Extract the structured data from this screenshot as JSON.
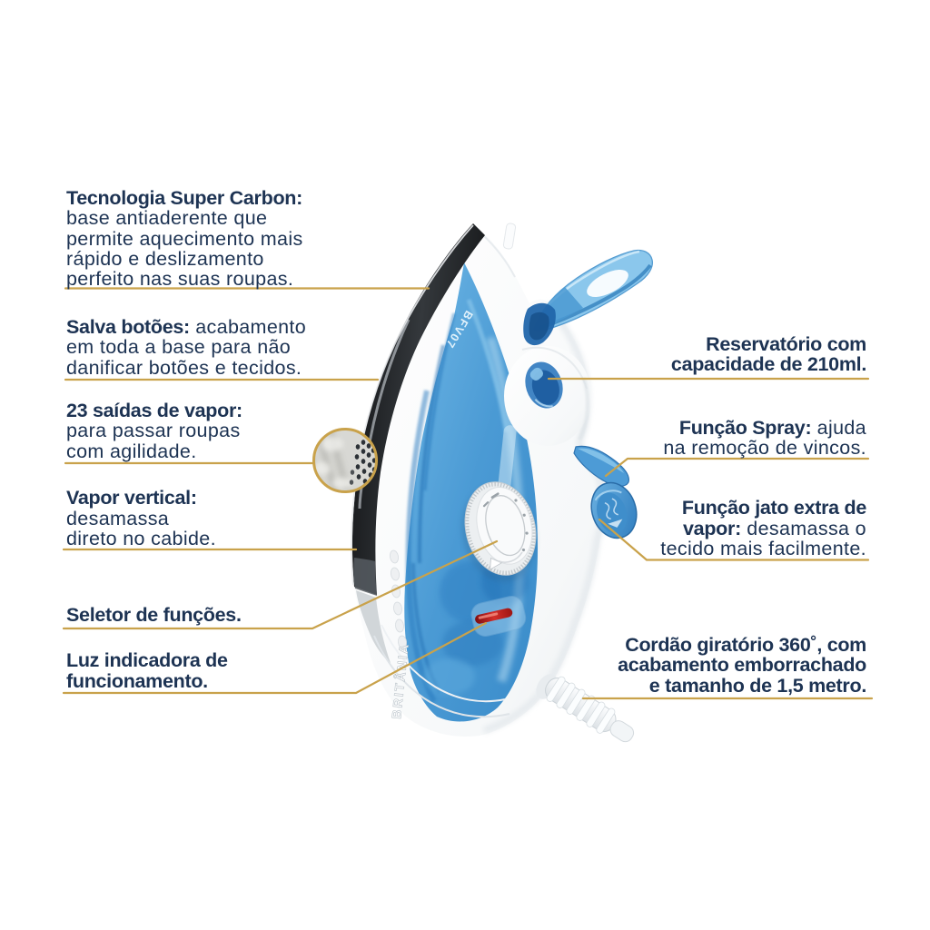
{
  "colors": {
    "text_navy": "#1d3353",
    "callout_gold": "#c9a24b",
    "iron_blue": "#4a9bd5",
    "background": "#ffffff"
  },
  "product": {
    "model_label": "BFV07",
    "brand_label": "BRITÂNIA"
  },
  "features_left": [
    {
      "bold": "Tecnologia Super Carbon:",
      "rest": "\nbase antiaderente que\npermite aquecimento mais\nrápido e deslizamento\nperfeito nas suas roupas."
    },
    {
      "bold": "Salva botões:",
      "rest": " acabamento\nem toda a base para não\ndanificar botões e tecidos."
    },
    {
      "bold": "23 saídas de vapor:",
      "rest": "\npara passar roupas\ncom agilidade."
    },
    {
      "bold": "Vapor vertical:",
      "rest": "\ndesamassa\ndireto no cabide."
    },
    {
      "bold": "Seletor de funções.",
      "rest": ""
    },
    {
      "bold": "Luz indicadora de\nfuncionamento.",
      "rest": ""
    }
  ],
  "features_right": [
    {
      "bold": "Reservatório com\ncapacidade de 210ml.",
      "rest": ""
    },
    {
      "bold": "Função Spray:",
      "rest": " ajuda\nna remoção de vincos."
    },
    {
      "bold": "Função jato extra de\nvapor:",
      "rest": " desamassa o\ntecido mais facilmente."
    },
    {
      "bold": "Cordão giratório 360˚, com\nacabamento emborrachado\ne tamanho de 1,5 metro.",
      "rest": ""
    }
  ]
}
